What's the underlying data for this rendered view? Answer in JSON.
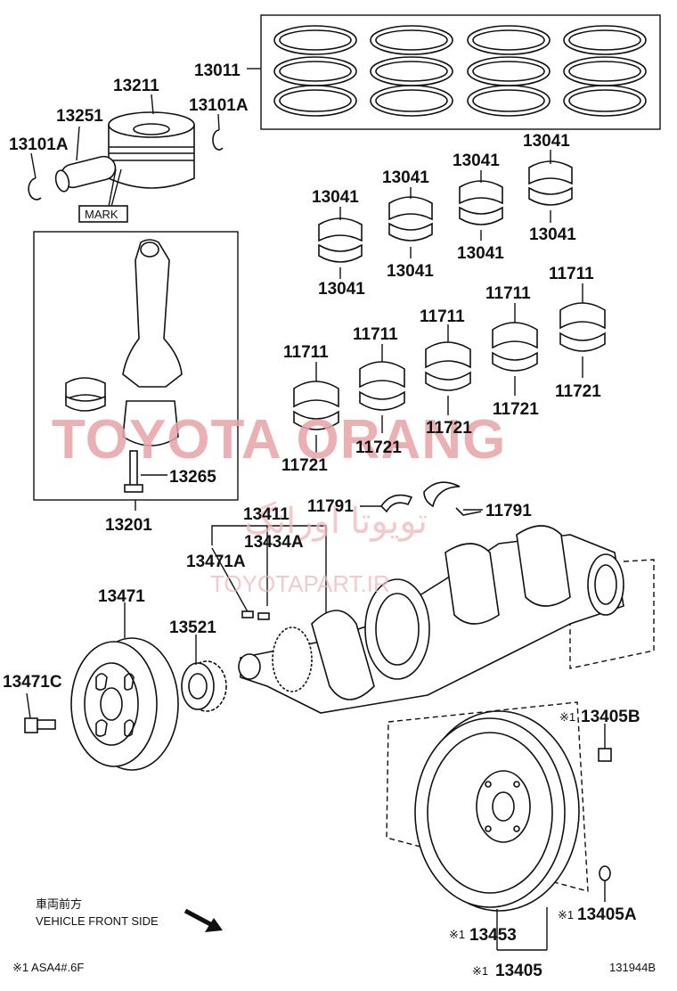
{
  "labels": {
    "rings": "13011",
    "piston": "13211",
    "pin": "13251",
    "snap_ring_left": "13101A",
    "snap_ring_right": "13101A",
    "mark": "MARK",
    "rod_bearing_1": "13041",
    "rod_bearing_2": "13041",
    "rod_bearing_3": "13041",
    "rod_bearing_4": "13041",
    "rod_bearing_5": "13041",
    "rod_bearing_6": "13041",
    "rod_bearing_7": "13041",
    "rod_bearing_8": "13041",
    "main_upper_1": "11711",
    "main_upper_2": "11711",
    "main_upper_3": "11711",
    "main_upper_4": "11711",
    "main_upper_5": "11711",
    "main_lower_1": "11721",
    "main_lower_2": "11721",
    "main_lower_3": "11721",
    "main_lower_4": "11721",
    "main_lower_5": "11721",
    "rod_bolt": "13265",
    "rod_assy": "13201",
    "thrust_washer_1": "11791",
    "thrust_washer_2": "11791",
    "crankshaft": "13411",
    "key": "13434A",
    "pulley_key": "13471A",
    "pulley": "13471",
    "pulley_bolt": "13471C",
    "timing_gear": "13521",
    "flywheel_bolt": "13405B",
    "flywheel_plate": "13405A",
    "ring_gear": "13453",
    "flywheel": "13405",
    "mark_x1a": "※1",
    "mark_x1b": "※1",
    "mark_x1c": "※1",
    "mark_x1d": "※1"
  },
  "watermark": {
    "main": "TOYOTA ORANG",
    "persian": "تویوتا اورانگ",
    "url": "TOYOTAPART.IR"
  },
  "footer": {
    "front_jp": "車両前方",
    "front_en": "VEHICLE FRONT SIDE",
    "note": "※1 ASA4#.6F",
    "code": "131944B"
  }
}
